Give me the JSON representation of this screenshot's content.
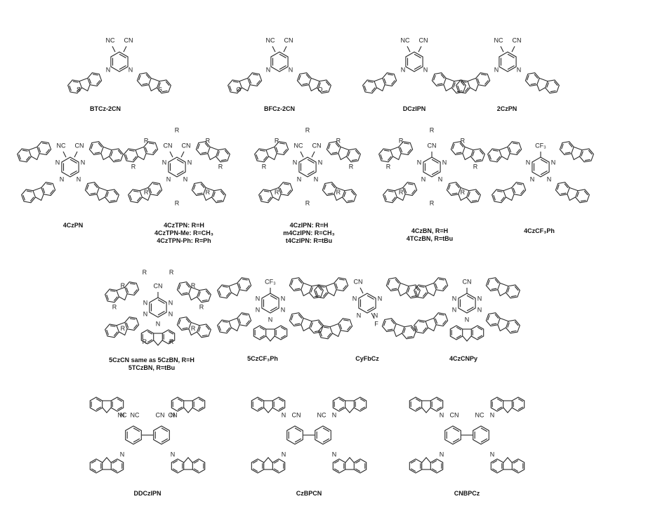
{
  "compounds": [
    {
      "name": "BTCz-2CN",
      "lines": [
        "BTCz-2CN"
      ],
      "atoms": [
        "NC",
        "CN",
        "N",
        "N",
        "S",
        "S"
      ]
    },
    {
      "name": "BFCz-2CN",
      "lines": [
        "BFCz-2CN"
      ],
      "atoms": [
        "NC",
        "CN",
        "N",
        "N",
        "O",
        "O"
      ]
    },
    {
      "name": "DCzIPN",
      "lines": [
        "DCzIPN"
      ],
      "atoms": [
        "NC",
        "CN",
        "N",
        "N"
      ]
    },
    {
      "name": "2CzPN",
      "lines": [
        "2CzPN"
      ],
      "atoms": [
        "NC",
        "CN",
        "N",
        "N"
      ]
    },
    {
      "name": "4CzPN",
      "lines": [
        "4CzPN"
      ],
      "atoms": [
        "NC",
        "CN",
        "N",
        "N",
        "N",
        "N"
      ]
    },
    {
      "name": "4CzTPN",
      "lines": [
        "4CzTPN: R=H",
        "4CzTPN-Me: R=CH₃",
        "4CzTPN-Ph: R=Ph"
      ],
      "atoms": [
        "CN",
        "CN",
        "N",
        "N",
        "N",
        "N",
        "R",
        "R",
        "R",
        "R",
        "R",
        "R",
        "R",
        "R"
      ]
    },
    {
      "name": "4CzIPN",
      "lines": [
        "4CzIPN: R=H",
        "m4CzIPN: R=CH₃",
        "t4CzIPN: R=tBu"
      ],
      "atoms": [
        "NC",
        "CN",
        "N",
        "N",
        "N",
        "N",
        "R",
        "R",
        "R",
        "R",
        "R",
        "R",
        "R",
        "R"
      ]
    },
    {
      "name": "4CzBN",
      "lines": [
        "4CzBN, R=H",
        "4TCzBN, R=tBu"
      ],
      "atoms": [
        "CN",
        "N",
        "N",
        "N",
        "N",
        "R",
        "R",
        "R",
        "R",
        "R",
        "R",
        "R",
        "R"
      ]
    },
    {
      "name": "4CzCF3Ph",
      "lines": [
        "4CzCF₃Ph"
      ],
      "atoms": [
        "CF₃",
        "N",
        "N",
        "N",
        "N"
      ]
    },
    {
      "name": "5CzCN",
      "lines": [
        "5CzCN same as 5CzBN, R=H",
        "5TCzBN, R=tBu"
      ],
      "atoms": [
        "CN",
        "N",
        "N",
        "N",
        "N",
        "N",
        "R",
        "R",
        "R",
        "R",
        "R",
        "R",
        "R",
        "R",
        "R",
        "R"
      ]
    },
    {
      "name": "5CzCF3Ph",
      "lines": [
        "5CzCF₃Ph"
      ],
      "atoms": [
        "CF₃",
        "N",
        "N",
        "N",
        "N",
        "N"
      ]
    },
    {
      "name": "CyFbCz",
      "lines": [
        "CyFbCz"
      ],
      "atoms": [
        "CN",
        "F",
        "N",
        "N",
        "N",
        "N"
      ]
    },
    {
      "name": "4CzCNPy",
      "lines": [
        "4CzCNPy"
      ],
      "atoms": [
        "CN",
        "N",
        "N",
        "N",
        "N",
        "N"
      ]
    },
    {
      "name": "DDCzIPN",
      "lines": [
        "DDCzIPN"
      ],
      "atoms": [
        "NC",
        "CN",
        "NC",
        "CN",
        "N",
        "N",
        "N",
        "N"
      ]
    },
    {
      "name": "CzBPCN",
      "lines": [
        "CzBPCN"
      ],
      "atoms": [
        "CN",
        "NC",
        "N",
        "N",
        "N",
        "N"
      ]
    },
    {
      "name": "CNBPCz",
      "lines": [
        "CNBPCz"
      ],
      "atoms": [
        "CN",
        "NC",
        "N",
        "N",
        "N",
        "N"
      ]
    }
  ]
}
